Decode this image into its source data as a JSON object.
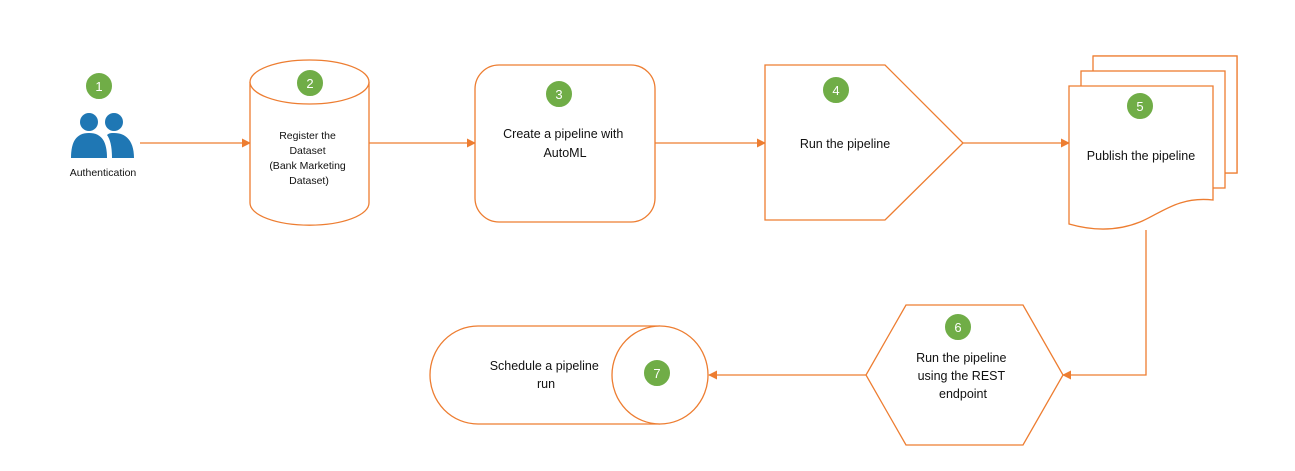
{
  "colors": {
    "stroke": "#ED7D31",
    "badge": "#70AD47",
    "icon": "#1F77B4"
  },
  "steps": [
    {
      "number": "1",
      "label": "Authentication",
      "icon": "users-icon"
    },
    {
      "number": "2",
      "label": "Register the Dataset (Bank Marketing Dataset)",
      "lines": [
        "Register the",
        "Dataset",
        "(Bank Marketing",
        "Dataset)"
      ]
    },
    {
      "number": "3",
      "label": "Create a pipeline with AutoML",
      "lines": [
        "Create a pipeline with",
        "AutoML"
      ]
    },
    {
      "number": "4",
      "label": "Run the pipeline",
      "lines": [
        "Run the pipeline"
      ]
    },
    {
      "number": "5",
      "label": "Publish the pipeline",
      "lines": [
        "Publish the pipeline"
      ]
    },
    {
      "number": "6",
      "label": "Run the pipeline using the REST endpoint",
      "lines": [
        "Run the pipeline",
        "using the REST",
        "endpoint"
      ]
    },
    {
      "number": "7",
      "label": "Schedule a pipeline run",
      "lines": [
        "Schedule a pipeline",
        "run"
      ]
    }
  ]
}
